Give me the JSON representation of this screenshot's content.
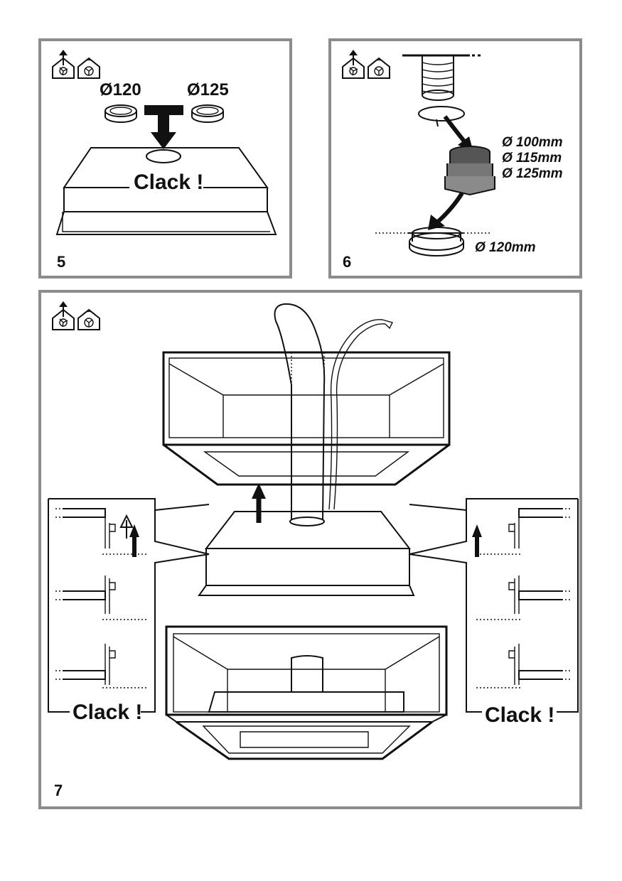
{
  "panels": {
    "p5": {
      "number": "5",
      "labels": {
        "dia_a": "Ø120",
        "dia_b": "Ø125",
        "click": "Clack !"
      },
      "icons": [
        "ducted-mode-icon",
        "recirculation-mode-icon"
      ]
    },
    "p6": {
      "number": "6",
      "labels": {
        "d1": "Ø 100mm",
        "d2": "Ø 115mm",
        "d3": "Ø 125mm",
        "d4": "Ø 120mm"
      },
      "icons": [
        "ducted-mode-icon",
        "recirculation-mode-icon"
      ]
    },
    "p7": {
      "number": "7",
      "labels": {
        "click_left": "Clack !",
        "click_right": "Clack !"
      },
      "icons": [
        "ducted-mode-icon",
        "recirculation-mode-icon"
      ]
    }
  },
  "colors": {
    "line": "#111111",
    "frame": "#8c8c8c",
    "filter_dark": "#555555",
    "filter_mid": "#8a8a8a"
  }
}
